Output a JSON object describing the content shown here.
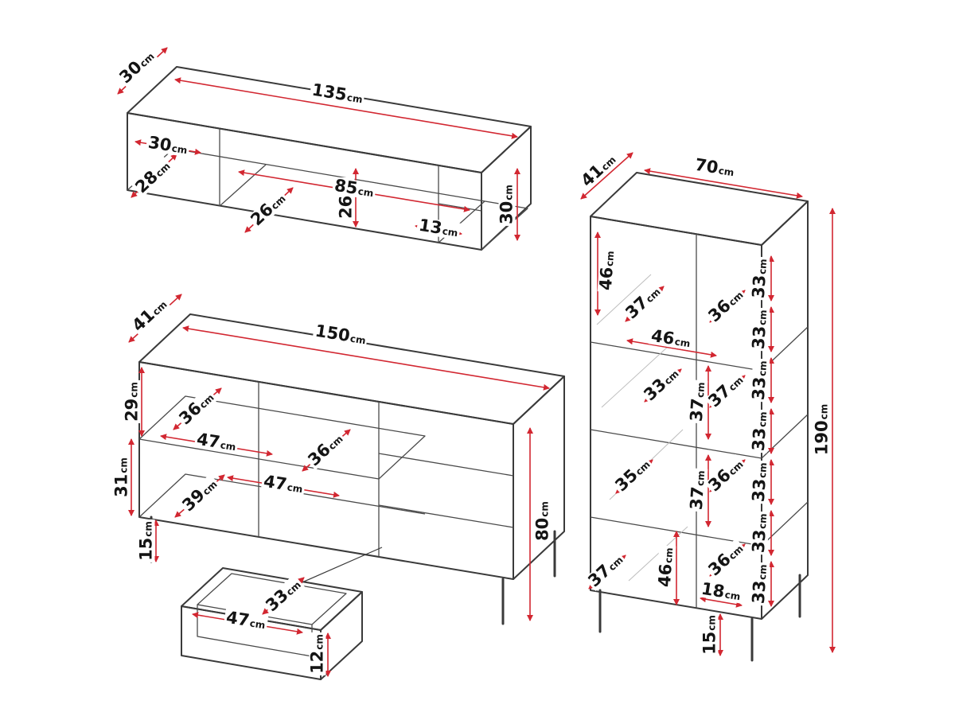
{
  "colors": {
    "outline": "#3a3a3a",
    "dimension_red": "#d22731",
    "label_text": "#141414",
    "background": "#ffffff"
  },
  "unit_default": "cm",
  "pieces": {
    "tv_stand": {
      "dims": [
        {
          "v": "30",
          "u": "cm"
        },
        {
          "v": "135",
          "u": "cm"
        },
        {
          "v": "30",
          "u": "cm"
        },
        {
          "v": "28",
          "u": "cm"
        },
        {
          "v": "26",
          "u": "cm"
        },
        {
          "v": "26",
          "u": "cm"
        },
        {
          "v": "85",
          "u": "cm"
        },
        {
          "v": "13",
          "u": "cm"
        },
        {
          "v": "30",
          "u": "cm"
        }
      ]
    },
    "sideboard": {
      "dims": [
        {
          "v": "41",
          "u": "cm"
        },
        {
          "v": "150",
          "u": "cm"
        },
        {
          "v": "29",
          "u": "cm"
        },
        {
          "v": "31",
          "u": "cm"
        },
        {
          "v": "36",
          "u": "cm"
        },
        {
          "v": "47",
          "u": "cm"
        },
        {
          "v": "36",
          "u": "cm"
        },
        {
          "v": "47",
          "u": "cm"
        },
        {
          "v": "39",
          "u": "cm"
        },
        {
          "v": "15",
          "u": "cm"
        },
        {
          "v": "80",
          "u": "cm"
        }
      ]
    },
    "drawer": {
      "dims": [
        {
          "v": "47",
          "u": "cm"
        },
        {
          "v": "33",
          "u": "cm"
        },
        {
          "v": "12",
          "u": "cm"
        }
      ]
    },
    "cabinet": {
      "dims": [
        {
          "v": "41",
          "u": "cm"
        },
        {
          "v": "70",
          "u": "cm"
        },
        {
          "v": "46",
          "u": "cm"
        },
        {
          "v": "37",
          "u": "cm"
        },
        {
          "v": "46",
          "u": "cm"
        },
        {
          "v": "33",
          "u": "cm"
        },
        {
          "v": "37",
          "u": "cm"
        },
        {
          "v": "35",
          "u": "cm"
        },
        {
          "v": "37",
          "u": "cm"
        },
        {
          "v": "37",
          "u": "cm"
        },
        {
          "v": "46",
          "u": "cm"
        },
        {
          "v": "18",
          "u": "cm"
        },
        {
          "v": "15",
          "u": "cm"
        },
        {
          "v": "190",
          "u": "cm"
        }
      ],
      "right_dims": [
        {
          "v": "36",
          "u": "cm"
        },
        {
          "v": "33",
          "u": "cm"
        },
        {
          "v": "33",
          "u": "cm"
        },
        {
          "v": "37",
          "u": "cm"
        },
        {
          "v": "33",
          "u": "cm"
        },
        {
          "v": "33",
          "u": "cm"
        },
        {
          "v": "36",
          "u": "cm"
        },
        {
          "v": "33",
          "u": "cm"
        },
        {
          "v": "33",
          "u": "cm"
        },
        {
          "v": "36",
          "u": "cm"
        },
        {
          "v": "33",
          "u": "cm"
        }
      ]
    }
  }
}
